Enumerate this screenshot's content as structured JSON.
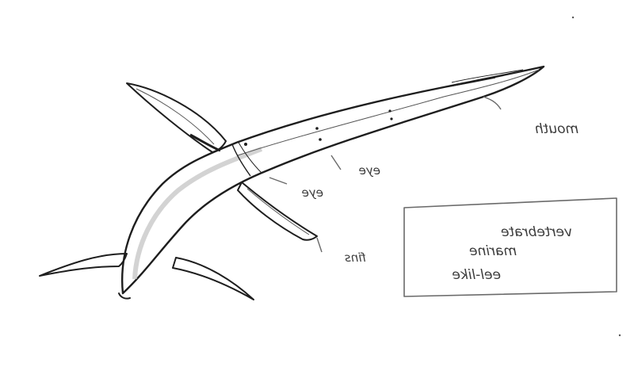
{
  "labels": {
    "mouth": "mouth",
    "eye1": "eye",
    "eye2": "eye",
    "fins": "fins"
  },
  "note_box": {
    "lines": [
      "vertebrate",
      "marine",
      "eel-like"
    ]
  },
  "colors": {
    "body_fill": "#9a9a9a",
    "body_light": "#b4b4b4",
    "fin_fill": "#8c8c8c",
    "ink": "#1e1e1e",
    "pencil": "#6a6a6a"
  }
}
